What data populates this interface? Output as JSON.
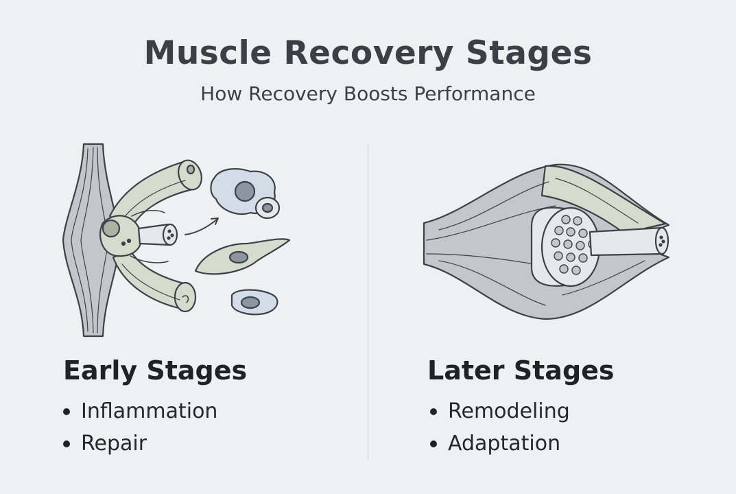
{
  "title": "Muscle Recovery Stages",
  "subtitle": "How Recovery Boosts Performance",
  "early": {
    "heading": "Early Stages",
    "items": [
      "Inflammation",
      "Repair"
    ]
  },
  "later": {
    "heading": "Later Stages",
    "items": [
      "Remodeling",
      "Adaptation"
    ]
  },
  "colors": {
    "background": "#eef0f2",
    "muscle_gray": "#c3c7cb",
    "fiber_green": "#d5dccd",
    "cell_blue": "#d2dde8",
    "outline": "#3b4147"
  }
}
